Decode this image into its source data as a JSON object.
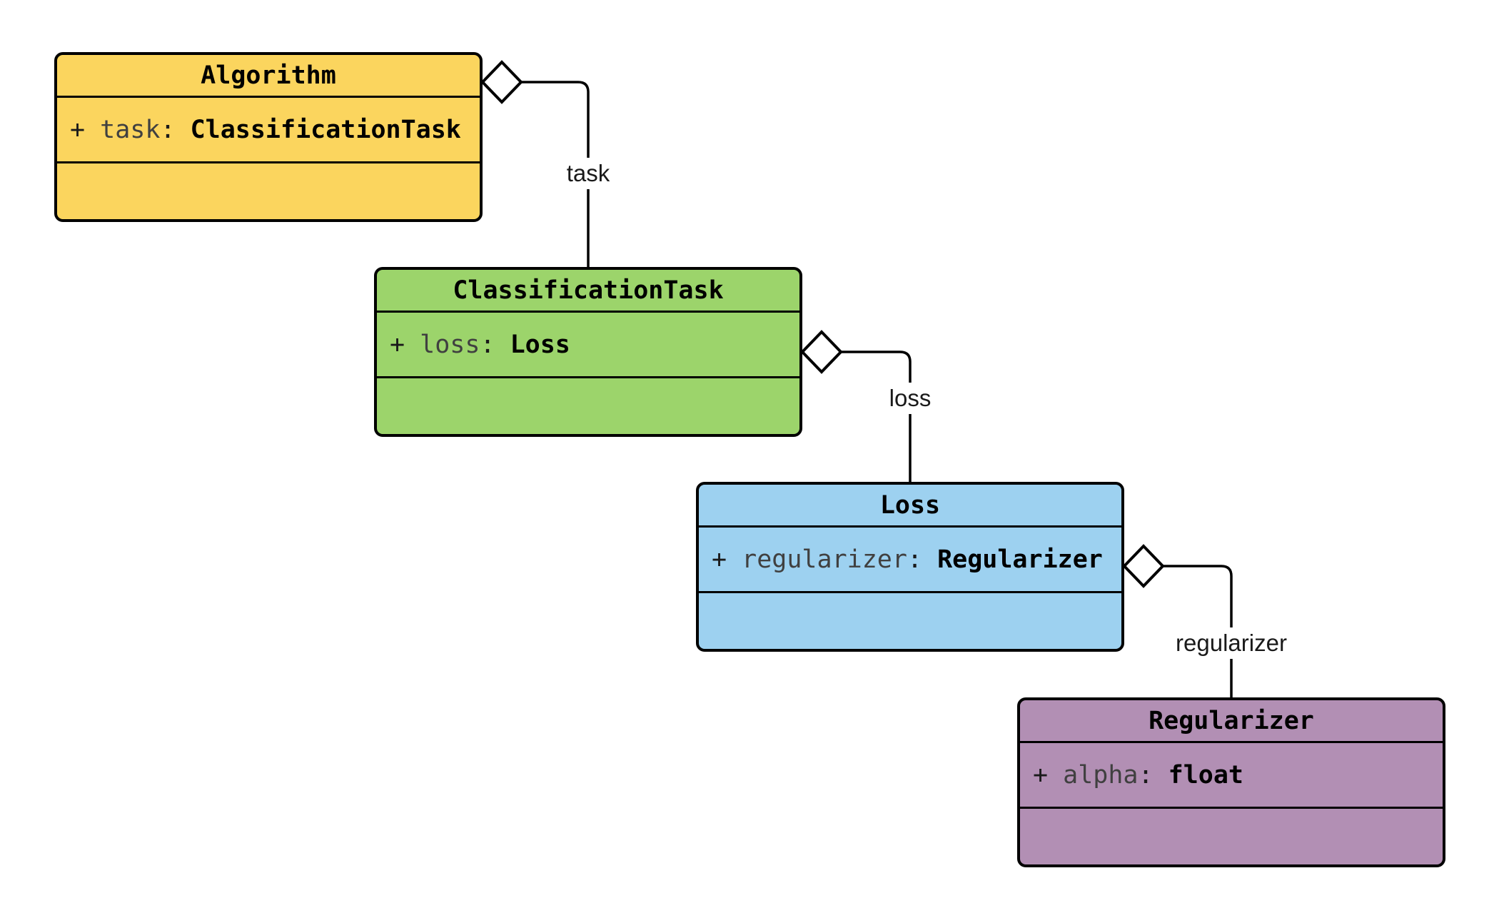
{
  "diagram": {
    "background_color": "#ffffff",
    "line_color": "#000000",
    "classes": [
      {
        "name": "Algorithm",
        "fill": "#fbd55e",
        "attribute": {
          "visibility": "+",
          "name": "task",
          "separator": ":",
          "type": "ClassificationTask"
        }
      },
      {
        "name": "ClassificationTask",
        "fill": "#9cd46b",
        "attribute": {
          "visibility": "+",
          "name": "loss",
          "separator": ":",
          "type": "Loss"
        }
      },
      {
        "name": "Loss",
        "fill": "#9dd1f0",
        "attribute": {
          "visibility": "+",
          "name": "regularizer",
          "separator": ":",
          "type": "Regularizer"
        }
      },
      {
        "name": "Regularizer",
        "fill": "#b28fb4",
        "attribute": {
          "visibility": "+",
          "name": "alpha",
          "separator": ":",
          "type": "float"
        }
      }
    ],
    "edges": [
      {
        "label": "task",
        "from": "Algorithm",
        "to": "ClassificationTask",
        "relation": "aggregation"
      },
      {
        "label": "loss",
        "from": "ClassificationTask",
        "to": "Loss",
        "relation": "aggregation"
      },
      {
        "label": "regularizer",
        "from": "Loss",
        "to": "Regularizer",
        "relation": "aggregation"
      }
    ]
  }
}
